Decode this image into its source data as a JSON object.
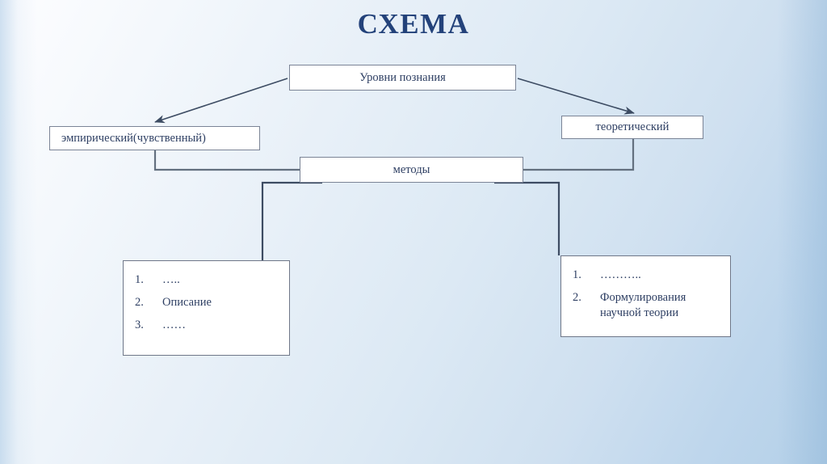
{
  "slide": {
    "title": "СХЕМА",
    "title_color": "#23427a",
    "text_color": "#2e3f63",
    "box_border_color": "#7b8496",
    "connector_color": "#3d4c63",
    "background_from": "#fdfdff",
    "background_to": "#b4d0e8"
  },
  "boxes": {
    "levels": {
      "label": "Уровни познания"
    },
    "empiric": {
      "label": "эмпирический(чувственный)"
    },
    "theory": {
      "label": "теоретический"
    },
    "methods": {
      "label": "методы"
    }
  },
  "lists": {
    "left": {
      "items": [
        {
          "number": "1.",
          "text": "….."
        },
        {
          "number": "2.",
          "text": "Описание"
        },
        {
          "number": "3.",
          "text": "……"
        }
      ]
    },
    "right": {
      "items": [
        {
          "number": "1.",
          "text": "……….."
        },
        {
          "number": "2.",
          "text": "Формулирования\nнаучной теории"
        }
      ]
    }
  },
  "connectors": [
    {
      "name": "levels-to-empiric",
      "type": "arrow"
    },
    {
      "name": "levels-to-theory",
      "type": "arrow"
    },
    {
      "name": "empiric-to-methods",
      "type": "elbow"
    },
    {
      "name": "methods-to-theory",
      "type": "elbow"
    },
    {
      "name": "methods-to-left-list",
      "type": "elbow"
    },
    {
      "name": "methods-to-right-list",
      "type": "elbow"
    }
  ]
}
